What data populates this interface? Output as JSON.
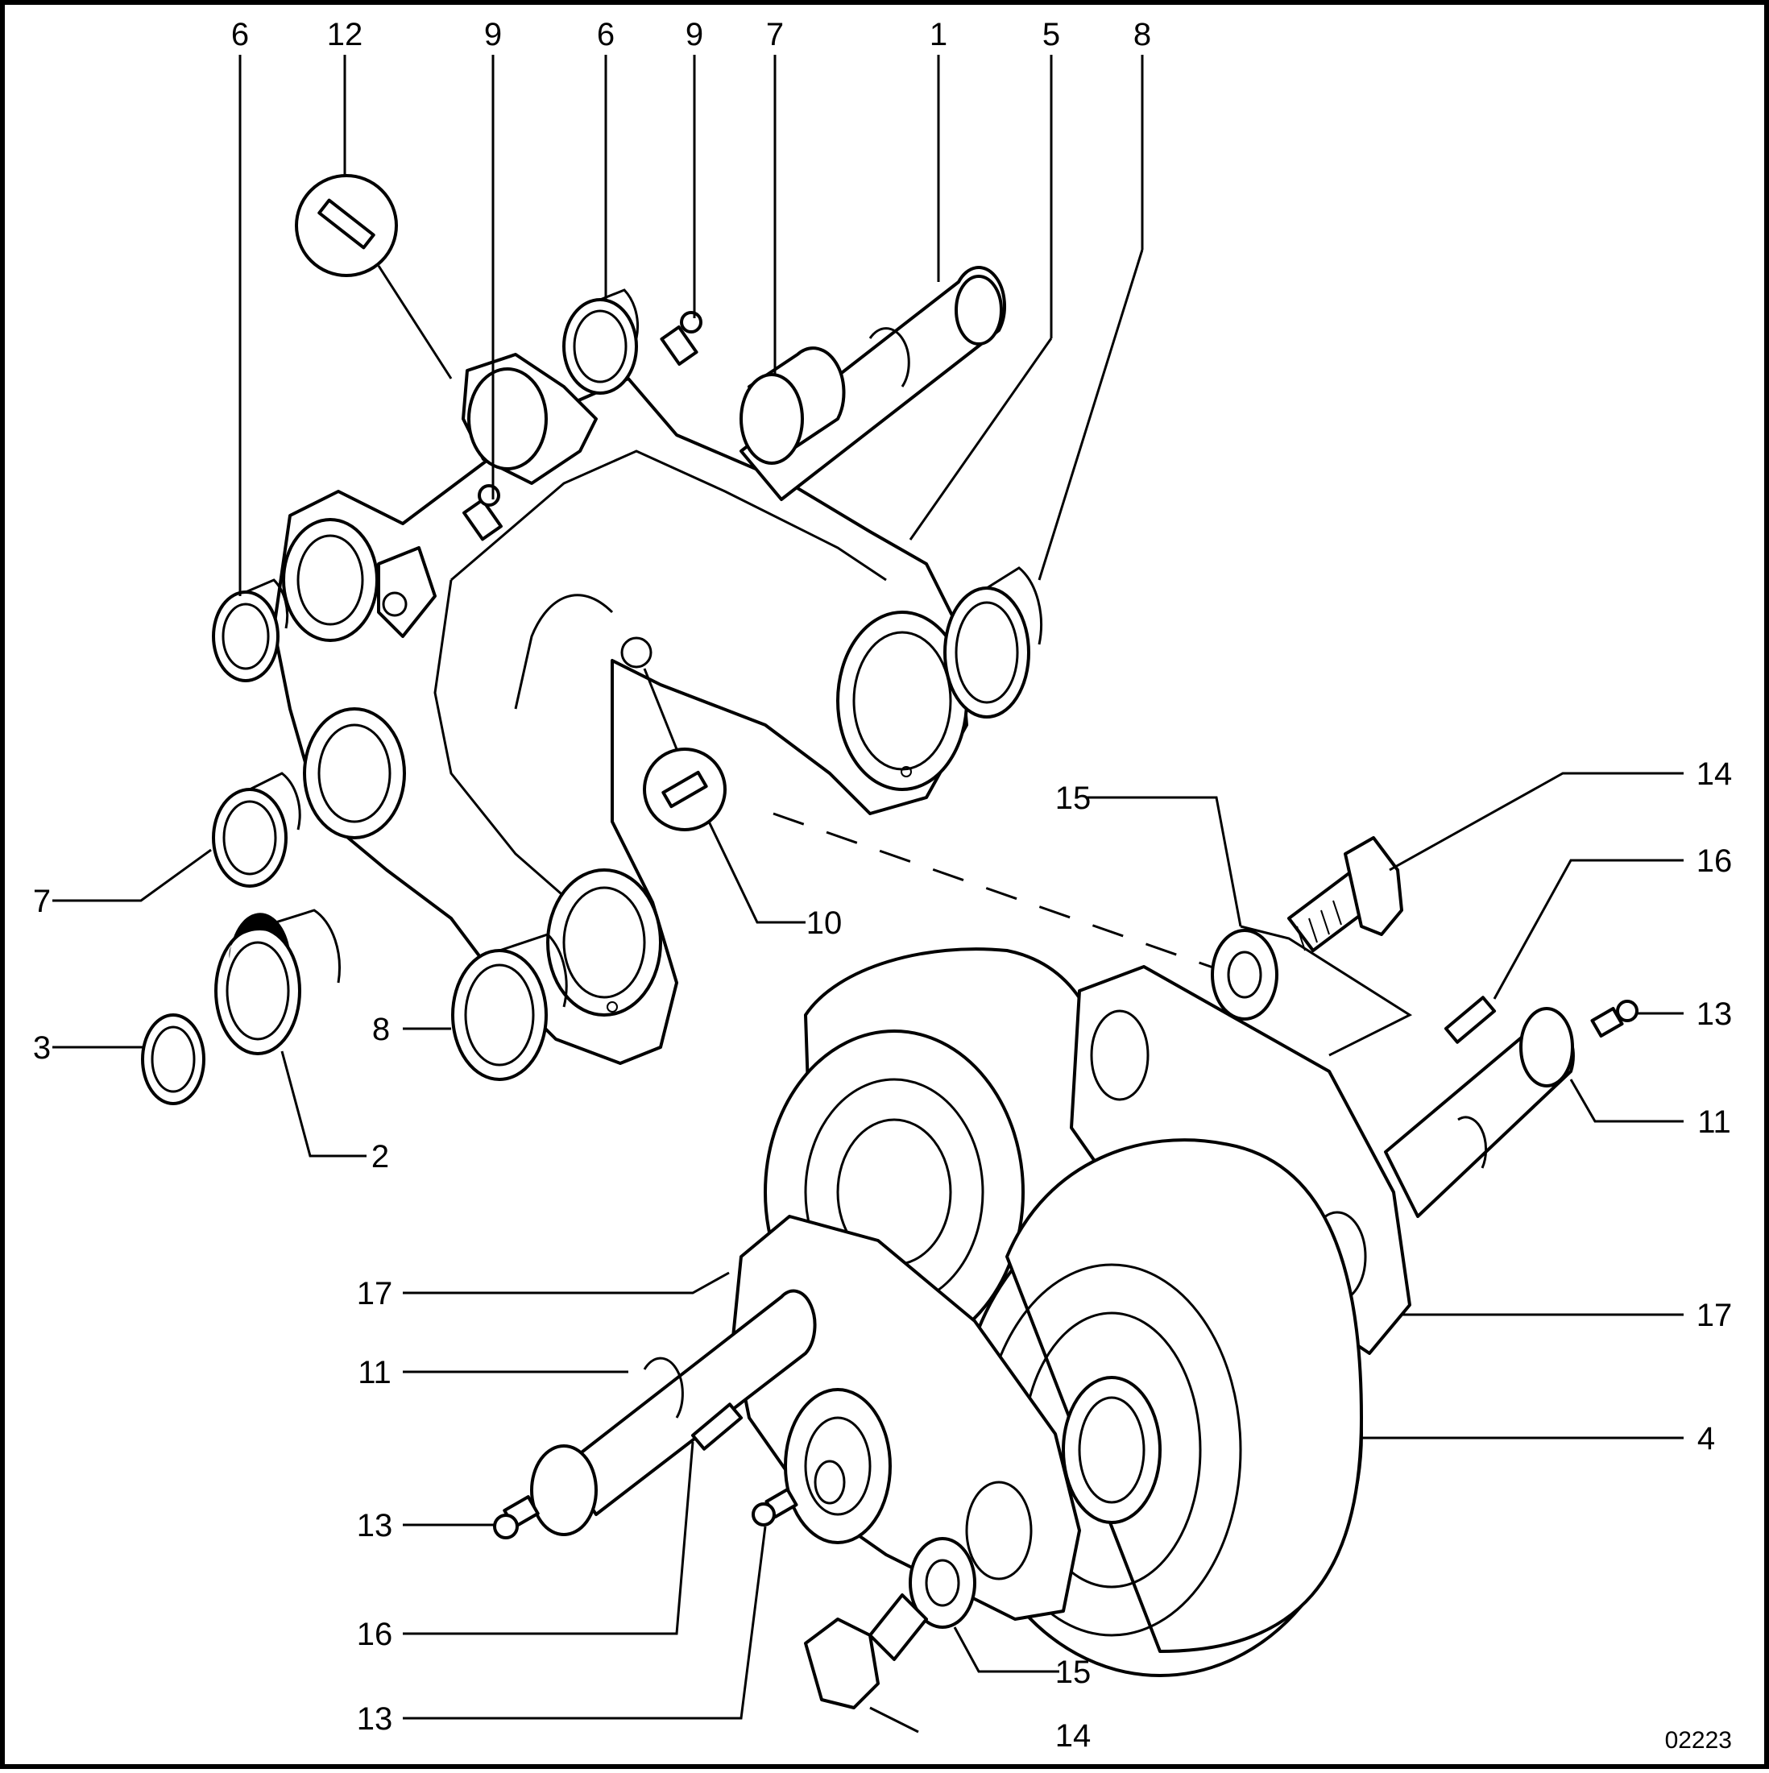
{
  "labels": {
    "top_6a": "6",
    "top_12": "12",
    "top_9a": "9",
    "top_6b": "6",
    "top_9b": "9",
    "top_7": "7",
    "top_1": "1",
    "top_5": "5",
    "top_8": "8",
    "left_7": "7",
    "left_3": "3",
    "left_2": "2",
    "left_8": "8",
    "mid_10": "10",
    "right_15": "15",
    "right_14": "14",
    "right_16": "16",
    "right_13": "13",
    "right_11": "11",
    "right_17": "17",
    "right_4": "4",
    "left_17": "17",
    "left_11": "11",
    "left_13a": "13",
    "left_16": "16",
    "bottom_15": "15",
    "left_13b": "13",
    "bottom_14": "14"
  },
  "reference": "02223"
}
